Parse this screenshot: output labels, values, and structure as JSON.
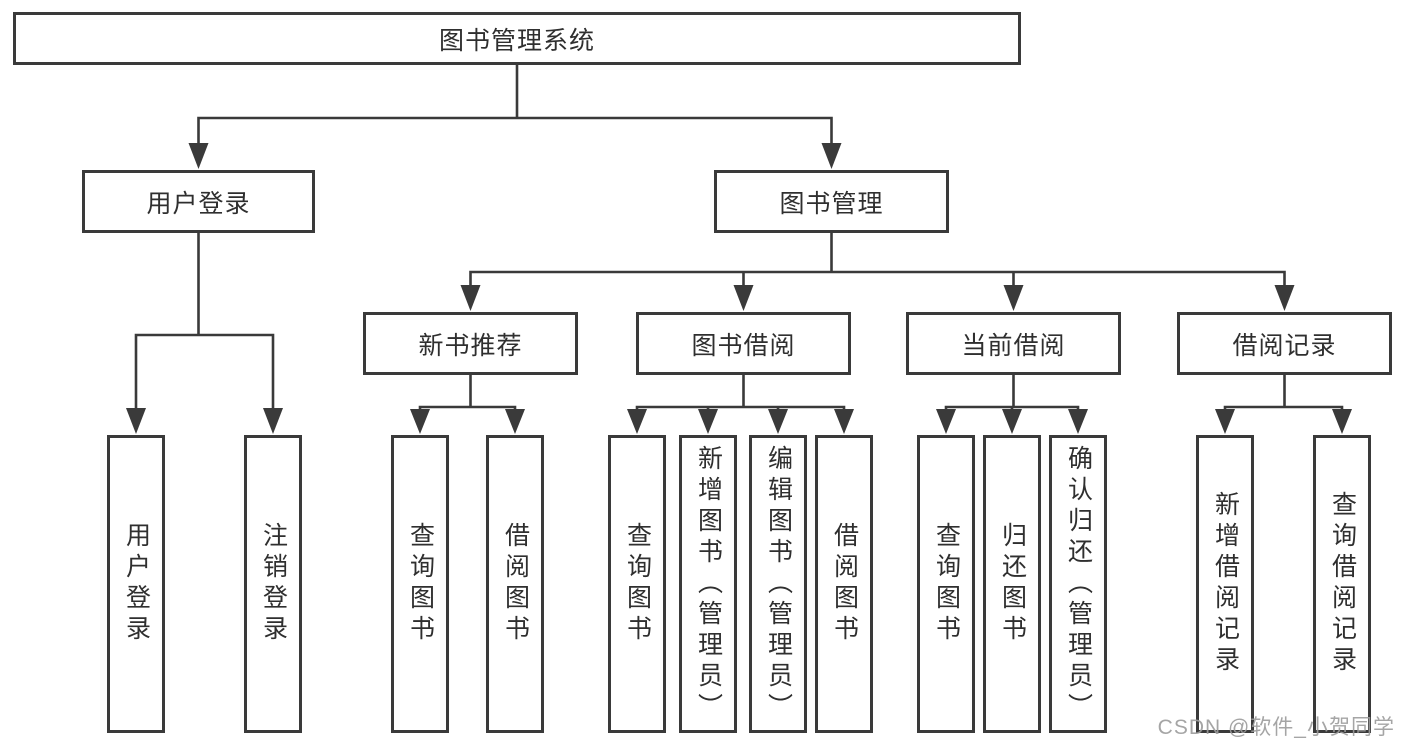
{
  "tree": {
    "root": "图书管理系统",
    "branches": [
      {
        "label": "用户登录",
        "children": [
          "用户登录",
          "注销登录"
        ]
      },
      {
        "label": "图书管理",
        "groups": [
          {
            "label": "新书推荐",
            "children": [
              "查询图书",
              "借阅图书"
            ]
          },
          {
            "label": "图书借阅",
            "children": [
              "查询图书",
              "新增图书（管理员）",
              "编辑图书（管理员）",
              "借阅图书"
            ]
          },
          {
            "label": "当前借阅",
            "children": [
              "查询图书",
              "归还图书",
              "确认归还（管理员）"
            ]
          },
          {
            "label": "借阅记录",
            "children": [
              "新增借阅记录",
              "查询借阅记录"
            ]
          }
        ]
      }
    ]
  },
  "watermark": "CSDN @软件_小贺同学",
  "colors": {
    "line": "#3a3a3a",
    "text": "#2f2f2f",
    "watermark_text": "#9c9c9c",
    "background": "#ffffff"
  }
}
